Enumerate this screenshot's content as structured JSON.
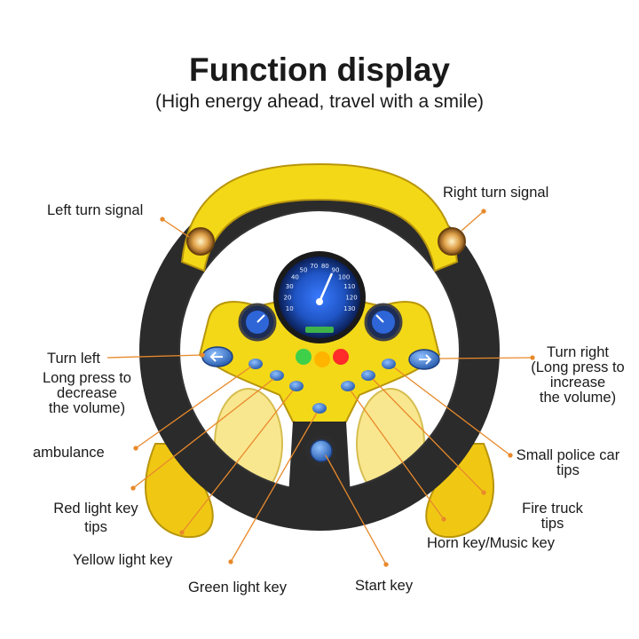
{
  "header": {
    "title": "Function display",
    "subtitle": "(High energy ahead, travel with a smile)"
  },
  "callouts": {
    "left_turn_signal": "Left turn signal",
    "right_turn_signal": "Right turn signal",
    "turn_left": "Turn left",
    "turn_left_note": [
      "Long press to",
      "decrease",
      "the volume)"
    ],
    "turn_right": "Turn right",
    "turn_right_note": [
      "(Long press to",
      "increase",
      "the volume)"
    ],
    "ambulance": "ambulance",
    "small_police_car": [
      "Small police car",
      "tips"
    ],
    "red_light_key": [
      "Red light key",
      "tips"
    ],
    "fire_truck": [
      "Fire truck",
      "tips"
    ],
    "yellow_light_key": "Yellow light key",
    "horn_music_key": "Horn key/Music key",
    "green_light_key": "Green light key",
    "start_key": "Start key"
  },
  "speedometer": {
    "ticks": [
      "10",
      "20",
      "30",
      "40",
      "50",
      "70",
      "80",
      "90",
      "100",
      "110",
      "120",
      "130"
    ]
  },
  "colors": {
    "wheel_yellow": "#f3d817",
    "grip_black": "#2b2b2b",
    "leader_orange": "#e8892b",
    "button_blue": "#3f7fd0",
    "dial_blue": "#1f54c4"
  }
}
